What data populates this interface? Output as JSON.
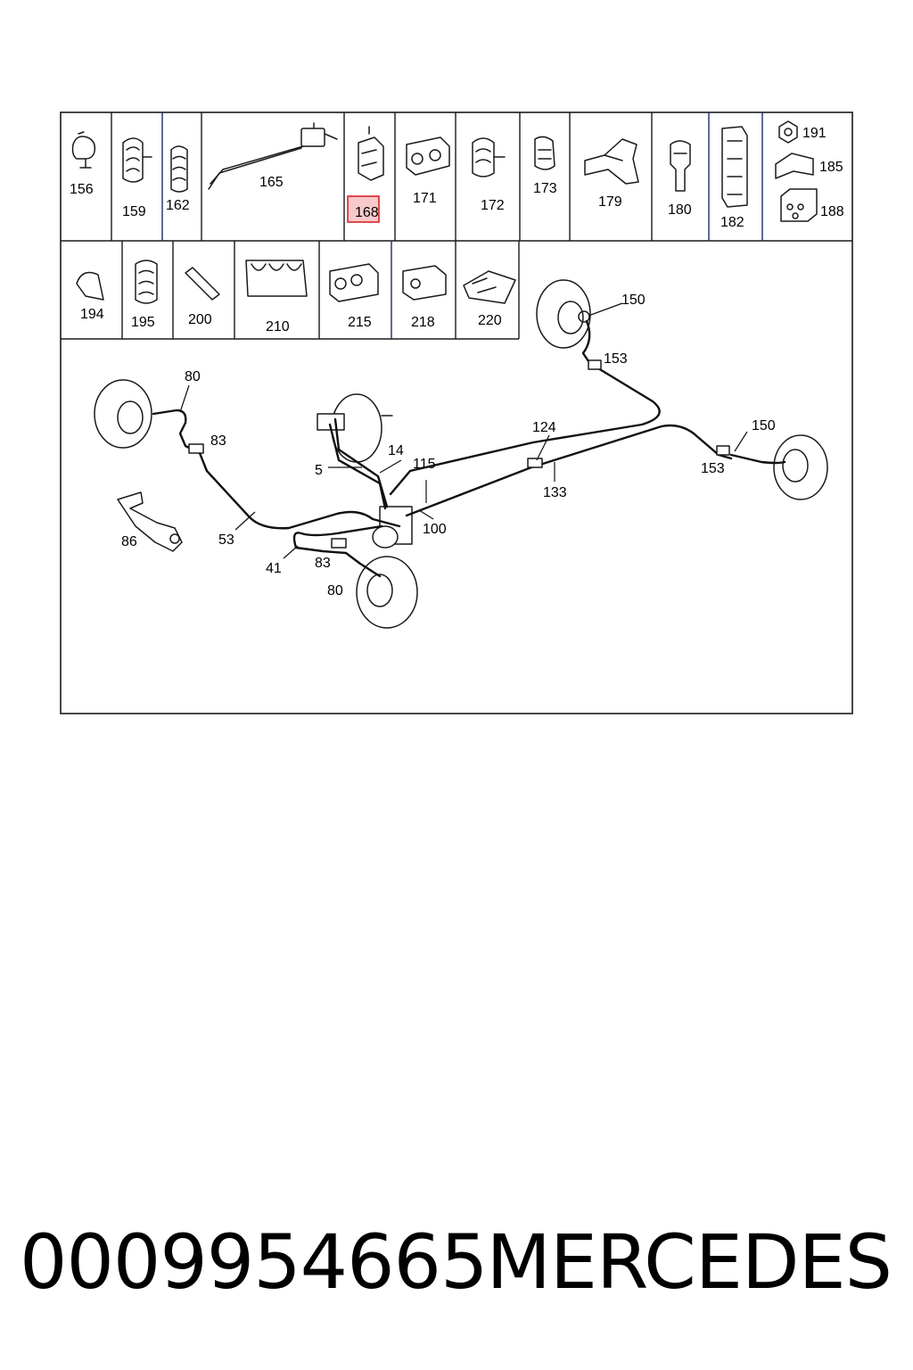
{
  "callouts": {
    "c156": "156",
    "c159": "159",
    "c162": "162",
    "c165": "165",
    "c168": "168",
    "c171": "171",
    "c172": "172",
    "c173": "173",
    "c179": "179",
    "c180": "180",
    "c182": "182",
    "c191": "191",
    "c185": "185",
    "c188": "188",
    "c194": "194",
    "c195": "195",
    "c200": "200",
    "c210": "210",
    "c215": "215",
    "c218": "218",
    "c220": "220",
    "c150a": "150",
    "c153a": "153",
    "c150b": "150",
    "c153b": "153",
    "c124": "124",
    "c133": "133",
    "c80a": "80",
    "c83a": "83",
    "c14": "14",
    "c5": "5",
    "c115": "115",
    "c100": "100",
    "c86": "86",
    "c53": "53",
    "c41": "41",
    "c83b": "83",
    "c80b": "80"
  },
  "highlight": {
    "color": "#d8242b",
    "fill": "#f7c9cb",
    "callout": "168"
  },
  "footer": {
    "part_number": "0009954665",
    "brand": "MERCEDES"
  }
}
